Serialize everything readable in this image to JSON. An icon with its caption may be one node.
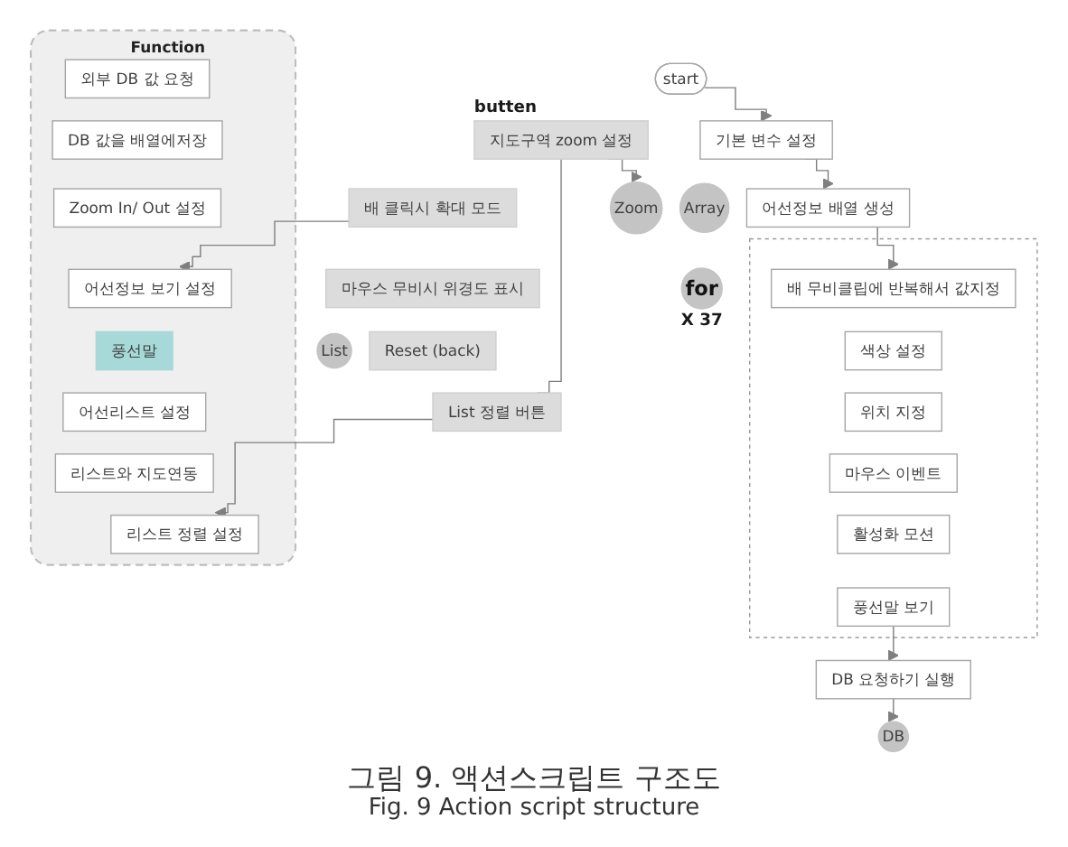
{
  "diagram": {
    "caption": "그림 9. 액션스크립트 구조도",
    "nodes": [
      {
        "text": [
          "start"
        ]
      },
      {
        "text": [
          "기본 변수 설정"
        ]
      },
      {
        "text": [
          "Array"
        ]
      },
      {
        "text": [
          "어선정보 배열 생성"
        ]
      },
      {
        "text": [
          "for"
        ],
        "beside": [
          "X 37"
        ]
      },
      {
        "text": [],
        "shape": "box"
      },
      {
        "text": [
          "배 무비클립에 반복해서 값지정"
        ],
        "in": 5
      },
      {
        "text": [
          "색상 설정"
        ],
        "in": 5
      },
      {
        "text": [
          "위치 지정"
        ],
        "in": 5
      },
      {
        "text": [
          "마우스 이벤트"
        ],
        "in": 5
      },
      {
        "text": [
          "활성화 모션"
        ],
        "in": 5
      },
      {
        "text": [
          "풍선말 보기"
        ],
        "in": 5
      },
      {
        "text": [
          "DB 요청하기 실행"
        ]
      },
      {
        "text": [
          "지도구역 zoom 설정"
        ]
      },
      {
        "text": [
          "배 클릭시 확대 모드"
        ]
      },
      {
        "text": [
          "마우스 무비시 위경도 표시"
        ]
      },
      {
        "text": [
          "Reset (back)"
        ]
      },
      {
        "text": [
          "List 정렬 버튼"
        ]
      },
      {
        "text": [
          "Function"
        ]
      },
      {
        "text": [
          "DB"
        ]
      },
      {
        "text": [
          "외부 DB 값 요청"
        ],
        "in": 18
      },
      {
        "text": [
          "DB 값을 배열에저장"
        ],
        "in": 18
      },
      {
        "text": [
          "Zoom"
        ]
      },
      {
        "text": [
          "Zoom In/ Out 설정"
        ],
        "in": 18
      },
      {
        "text": [
          "어선정보 보기 설정"
        ],
        "in": 18
      },
      {
        "text": [
          "풍선말"
        ],
        "in": 18
      },
      {
        "text": [
          "List"
        ]
      },
      {
        "text": [
          "어선리스트 설정"
        ],
        "in": 18
      },
      {
        "text": [
          "리스트와 지도연동"
        ],
        "in": 18
      },
      {
        "text": [
          "리스트 정렬 설정"
        ],
        "in": 18
      }
    ],
    "edges": [
      {
        "from": 0,
        "to": 1,
        "arrow": "to"
      },
      {
        "from": 1,
        "to": 3,
        "arrow": "to"
      },
      {
        "from": 3,
        "to": 6,
        "arrow": "to"
      },
      {
        "from": 11,
        "to": 12,
        "arrow": "to"
      },
      {
        "from": 13,
        "to": 17,
        "arrow": "none"
      },
      {
        "from": 13,
        "to": 22,
        "arrow": "to"
      },
      {
        "from": 14,
        "to": 24,
        "arrow": "to"
      },
      {
        "from": 17,
        "to": 29,
        "arrow": "to"
      },
      {
        "from": 12,
        "to": 19,
        "arrow": "to"
      }
    ],
    "labels": [
      "butten",
      "Fig. 9 Action script structure"
    ]
  }
}
